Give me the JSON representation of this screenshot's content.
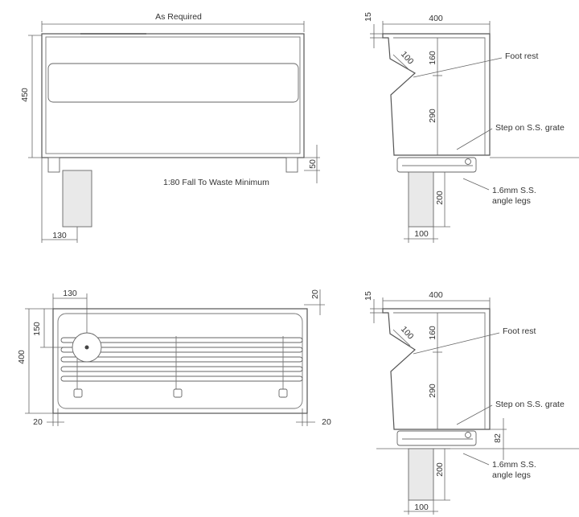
{
  "front_view": {
    "width_label": "As Required",
    "height_label": "450",
    "leg_gap_label": "50",
    "fall_note": "1:80 Fall To Waste Minimum",
    "waste_offset_label": "130"
  },
  "plan_view": {
    "waste_offset_label": "130",
    "depth_offset_label": "150",
    "depth_label": "400",
    "top_margin_label": "20",
    "left_margin_label": "20",
    "right_margin_label": "20"
  },
  "side_view_upper": {
    "top_label": "15",
    "width_label": "400",
    "foot_rest_label": "Foot rest",
    "angle_label": "100",
    "upper_height_label": "160",
    "lower_height_label": "290",
    "grate_label": "Step on S.S. grate",
    "legs_label_line1": "1.6mm S.S.",
    "legs_label_line2": "angle legs",
    "leg_height_label": "200",
    "leg_width_label": "100"
  },
  "side_view_lower": {
    "top_label": "15",
    "width_label": "400",
    "foot_rest_label": "Foot rest",
    "angle_label": "100",
    "upper_height_label": "160",
    "lower_height_label": "290",
    "grate_label": "Step on S.S. grate",
    "grate_height_label": "82",
    "legs_label_line1": "1.6mm S.S.",
    "legs_label_line2": "angle legs",
    "leg_height_label": "200",
    "leg_width_label": "100"
  }
}
